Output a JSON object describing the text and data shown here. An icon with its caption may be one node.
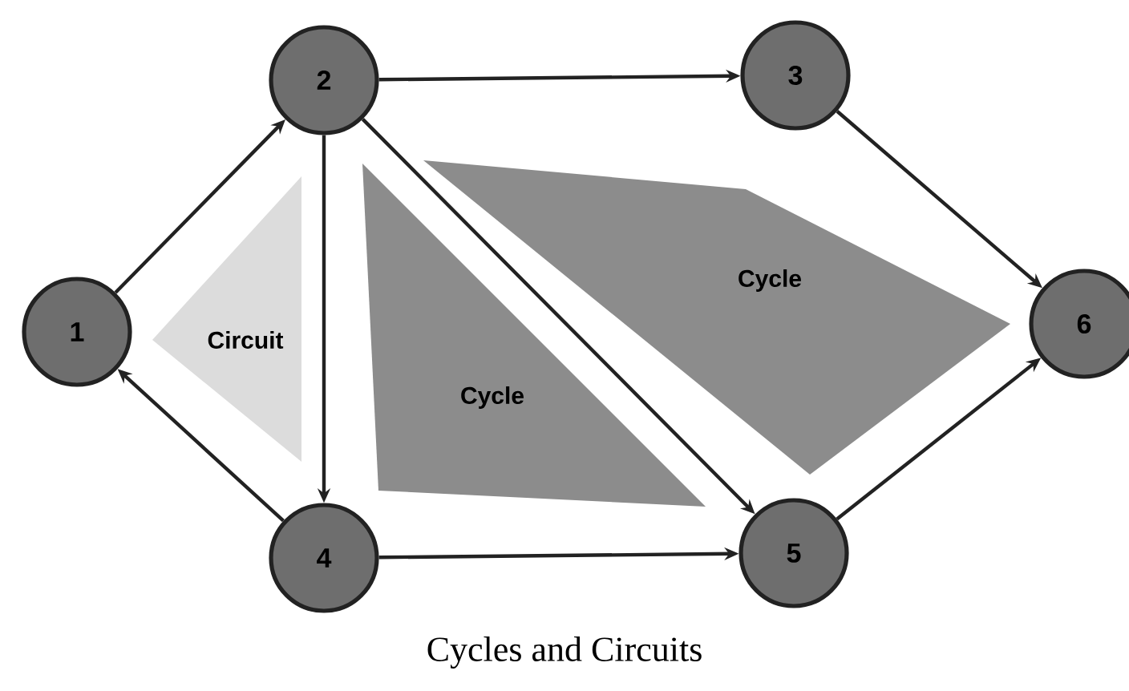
{
  "diagram": {
    "caption": "Cycles and Circuits",
    "nodes": [
      {
        "text": [
          "1"
        ]
      },
      {
        "text": [
          "2"
        ]
      },
      {
        "text": [
          "3"
        ]
      },
      {
        "text": [
          "4"
        ]
      },
      {
        "text": [
          "5"
        ]
      },
      {
        "text": [
          "6"
        ]
      },
      {
        "text": [
          "Circuit"
        ]
      },
      {
        "text": [
          "Cycle"
        ]
      },
      {
        "text": [
          "Cycle"
        ]
      }
    ],
    "edges": [
      {
        "from": 0,
        "to": 1,
        "arrow": "to"
      },
      {
        "from": 3,
        "to": 0,
        "arrow": "to"
      },
      {
        "from": 1,
        "to": 2,
        "arrow": "to"
      },
      {
        "from": 1,
        "to": 3,
        "arrow": "to"
      },
      {
        "from": 1,
        "to": 4,
        "arrow": "to"
      },
      {
        "from": 3,
        "to": 4,
        "arrow": "to"
      },
      {
        "from": 2,
        "to": 5,
        "arrow": "to"
      },
      {
        "from": 4,
        "to": 5,
        "arrow": "to"
      }
    ]
  }
}
